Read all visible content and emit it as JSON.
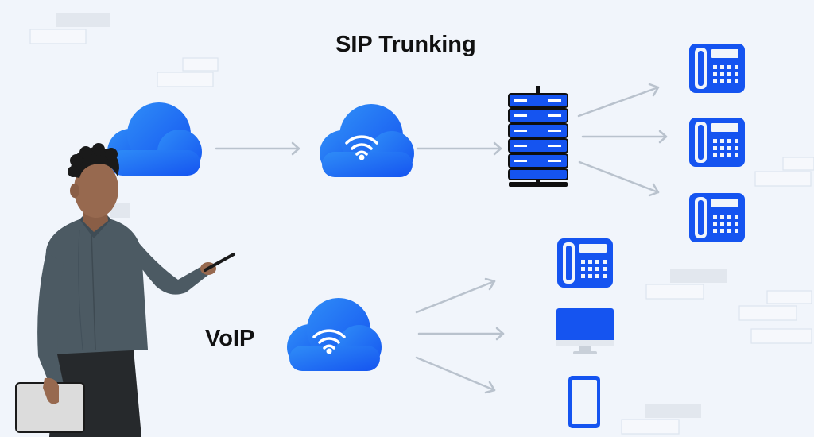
{
  "sections": {
    "sip_trunking": {
      "title": "SIP Trunking"
    },
    "voip": {
      "title": "VoIP"
    }
  },
  "colors": {
    "background": "#f1f5fb",
    "brand_blue": "#1554f0",
    "blue_light": "#2c86f5",
    "arrow_gray": "#b9c2cd",
    "server_black": "#0f0f0f",
    "shirt": "#4c5a63",
    "skin": "#97694f"
  },
  "icons": [
    "cloud-icon",
    "wifi-cloud-icon",
    "server-rack-icon",
    "desk-phone-icon",
    "desktop-monitor-icon",
    "smartphone-icon",
    "arrow-icon",
    "person-illustration"
  ]
}
